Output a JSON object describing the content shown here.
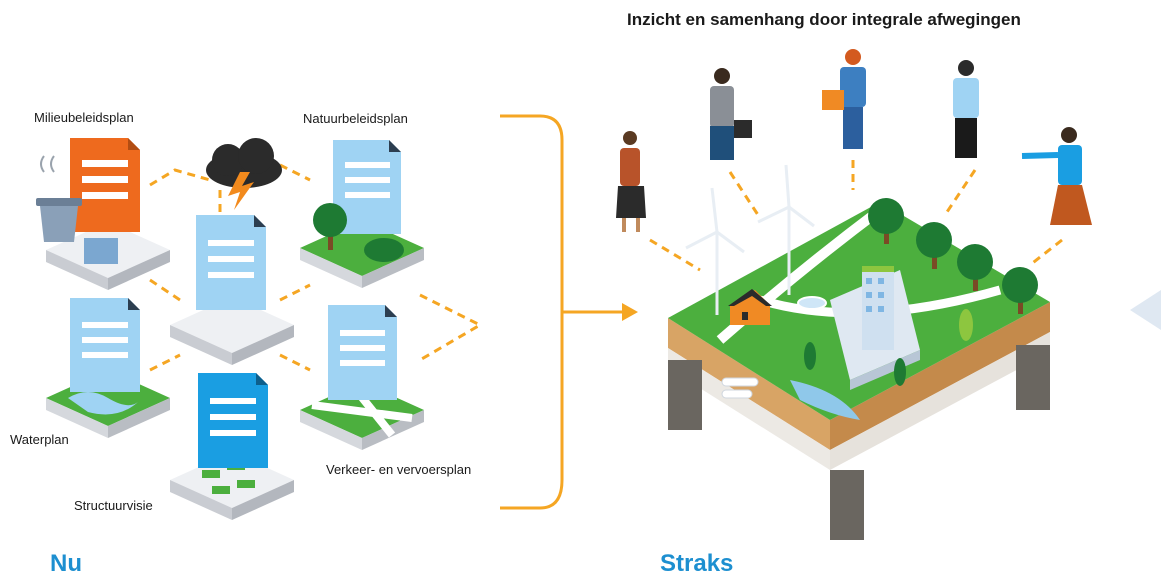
{
  "headline": "Inzicht en samenhang door integrale afwegingen",
  "left_section_label": "Nu",
  "right_section_label": "Straks",
  "plans": {
    "milieu": "Milieubeleidsplan",
    "natuur": "Natuurbeleidsplan",
    "water": "Waterplan",
    "verkeer": "Verkeer- en vervoersplan",
    "structuur": "Structuurvisie"
  },
  "colors": {
    "orange_doc": "#ee6a1e",
    "light_doc": "#9fd3f3",
    "blue_doc": "#1a9ee2",
    "grass": "#4caf3e",
    "tile": "#e6e8ec",
    "connector": "#f5a623",
    "label_blue": "#1d8fd0"
  },
  "icons": [
    "document-icon",
    "storm-cloud-icon",
    "trash-bin-icon",
    "tree-icon",
    "wind-turbine-icon",
    "house-icon",
    "office-building-icon",
    "person-icon",
    "arrow-right-icon"
  ]
}
